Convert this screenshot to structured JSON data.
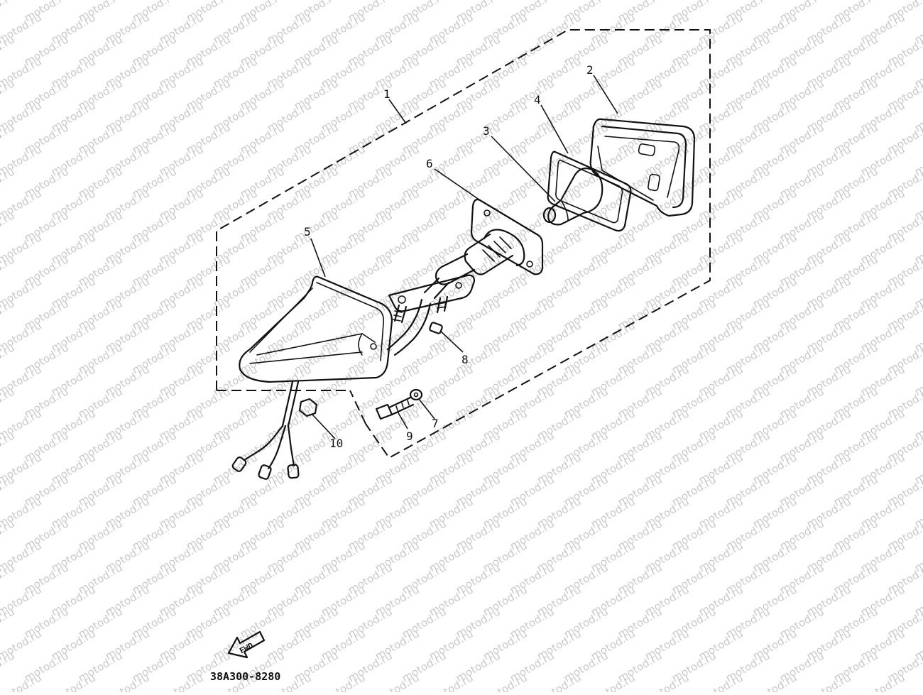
{
  "watermark": "motod.ru",
  "diagram_code": "38A300-8280",
  "fwd_label": "FWD",
  "callouts": [
    "1",
    "2",
    "3",
    "4",
    "5",
    "6",
    "7",
    "8",
    "9",
    "10"
  ],
  "colors": {
    "ink": "#111111",
    "watermark": "#c9c9c9",
    "background": "#ffffff"
  }
}
